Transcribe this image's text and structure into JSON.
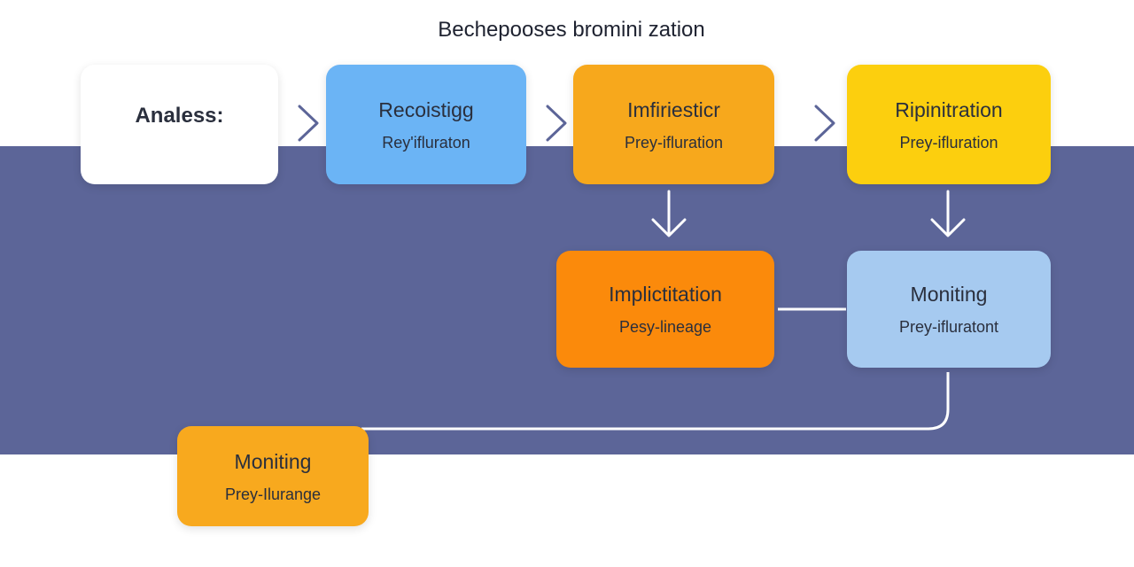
{
  "title": "Bechepooses bromini zation",
  "steps": {
    "analess": {
      "title": "Analess:"
    },
    "recoistigg": {
      "title": "Recoistigg",
      "subtitle": "Rey'ifluraton"
    },
    "imfiriesticr": {
      "title": "Imfiriesticr",
      "subtitle": "Prey-ifluration"
    },
    "ripinitration": {
      "title": "Ripinitration",
      "subtitle": "Prey-ifluration"
    },
    "implictitation": {
      "title": "Implictitation",
      "subtitle": "Pesy-lineage"
    },
    "moniting_right": {
      "title": "Moniting",
      "subtitle": "Prey-ifluratont"
    },
    "moniting_bottom": {
      "title": "Moniting",
      "subtitle": "Prey-Ilurange"
    }
  },
  "colors": {
    "band": "#5c6598",
    "blue": "#6bb4f5",
    "amber": "#f7a81c",
    "yellow": "#fccf0e",
    "orange": "#fb8a0b",
    "light_blue": "#a6caf0"
  }
}
